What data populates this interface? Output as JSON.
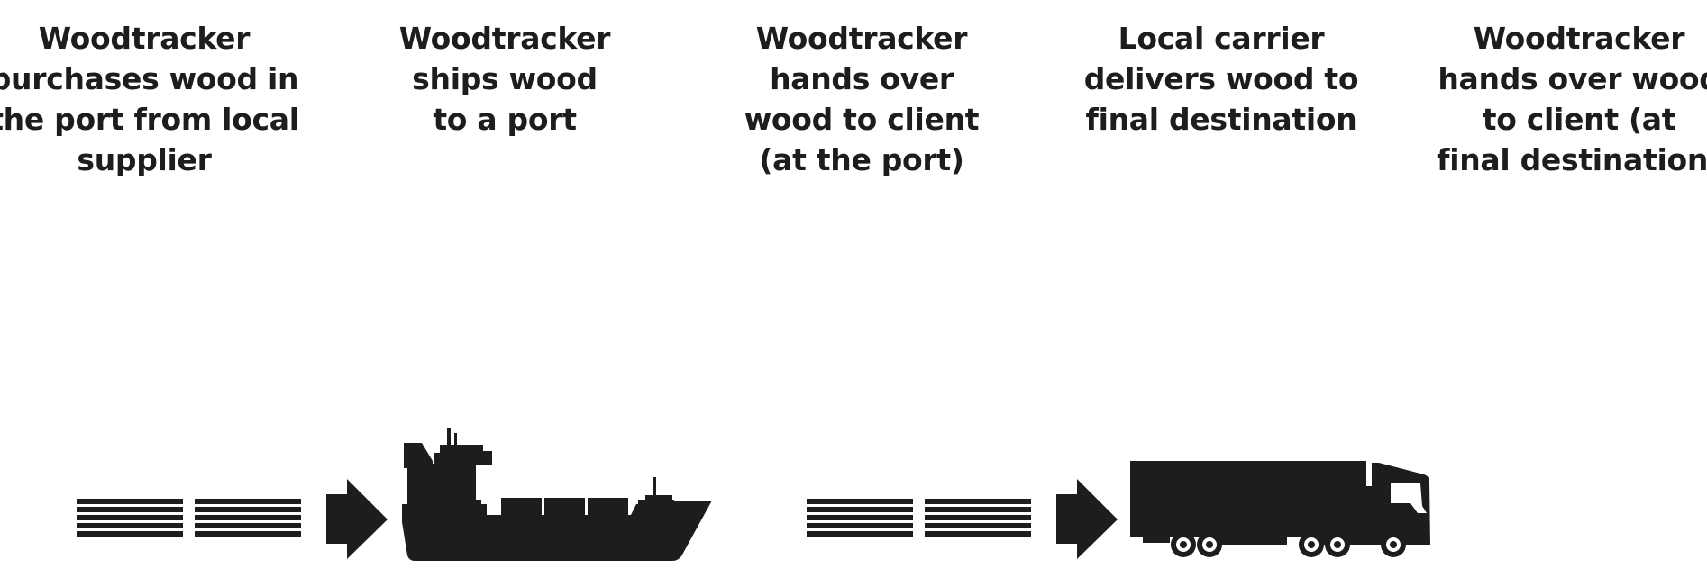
{
  "steps": [
    {
      "label": "Woodtracker\npurchases wood in\nthe port from local\nsupplier"
    },
    {
      "label": "Woodtracker\nships wood\nto a port"
    },
    {
      "label": "Woodtracker\nhands over\nwood to client\n(at the port)"
    },
    {
      "label": "Local carrier\ndelivers wood to\nfinal destination"
    },
    {
      "label": "Woodtracker\nhands over wood\nto client (at\nfinal destination)"
    }
  ],
  "icons": [
    "wood-planks-icon",
    "arrow-right-icon",
    "cargo-ship-icon",
    "wood-planks-icon",
    "arrow-right-icon",
    "truck-icon"
  ],
  "colors": {
    "ink": "#1d1d1b",
    "background": "#ffffff"
  }
}
